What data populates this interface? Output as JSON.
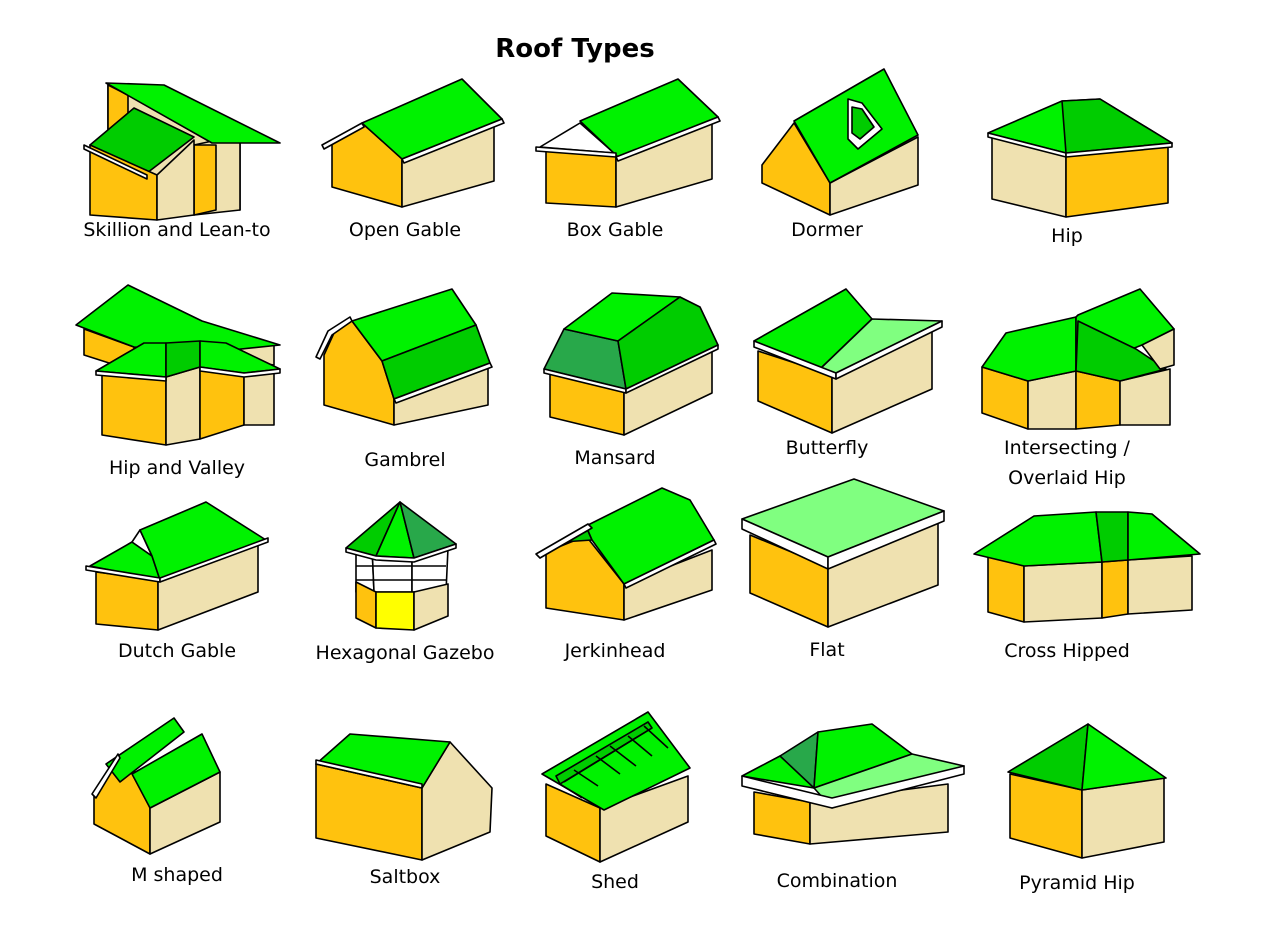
{
  "title": "Roof Types",
  "colors": {
    "wall_front": "#ffc20e",
    "wall_side": "#efe1b0",
    "roof_light": "#00f200",
    "roof_dark": "#00cc00",
    "roof_pale": "#80ff80",
    "roof_deep": "#28a84a",
    "eave": "#ffffff",
    "glass_wall": "#ffff00"
  },
  "roof_types": [
    {
      "label": "Skillion and Lean-to",
      "icon": "skillion-lean-to-house-icon"
    },
    {
      "label": "Open Gable",
      "icon": "open-gable-house-icon"
    },
    {
      "label": "Box Gable",
      "icon": "box-gable-house-icon"
    },
    {
      "label": "Dormer",
      "icon": "dormer-house-icon"
    },
    {
      "label": "Hip",
      "icon": "hip-house-icon"
    },
    {
      "label": "Hip and Valley",
      "icon": "hip-and-valley-house-icon"
    },
    {
      "label": "Gambrel",
      "icon": "gambrel-house-icon"
    },
    {
      "label": "Mansard",
      "icon": "mansard-house-icon"
    },
    {
      "label": "Butterfly",
      "icon": "butterfly-house-icon"
    },
    {
      "label": "Intersecting /\nOverlaid Hip",
      "icon": "intersecting-hip-house-icon"
    },
    {
      "label": "Dutch Gable",
      "icon": "dutch-gable-house-icon"
    },
    {
      "label": "Hexagonal Gazebo",
      "icon": "hexagonal-gazebo-icon"
    },
    {
      "label": "Jerkinhead",
      "icon": "jerkinhead-house-icon"
    },
    {
      "label": "Flat",
      "icon": "flat-roof-house-icon"
    },
    {
      "label": "Cross Hipped",
      "icon": "cross-hipped-house-icon"
    },
    {
      "label": "M shaped",
      "icon": "m-shaped-house-icon"
    },
    {
      "label": "Saltbox",
      "icon": "saltbox-house-icon"
    },
    {
      "label": "Shed",
      "icon": "shed-roof-house-icon"
    },
    {
      "label": "Combination",
      "icon": "combination-roof-house-icon"
    },
    {
      "label": "Pyramid Hip",
      "icon": "pyramid-hip-house-icon"
    }
  ]
}
